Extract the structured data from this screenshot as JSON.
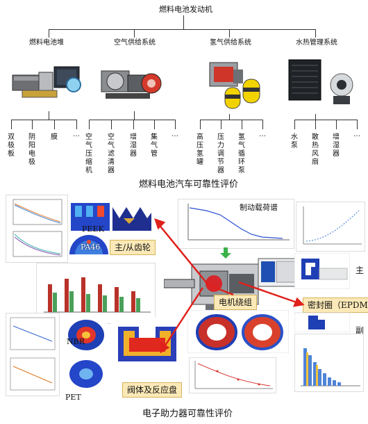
{
  "tree": {
    "root": "燃料电池发动机",
    "branches": [
      {
        "label": "燃料电池堆",
        "leaves": [
          "双极板",
          "阴阳电极",
          "膜",
          "…"
        ]
      },
      {
        "label": "空气供给系统",
        "leaves": [
          "空气压缩机",
          "空气滤清器",
          "增湿器",
          "集气管",
          "…"
        ]
      },
      {
        "label": "氢气供给系统",
        "leaves": [
          "高压氢罐",
          "压力调节器",
          "氢气循环泵",
          "…"
        ]
      },
      {
        "label": "水热管理系统",
        "leaves": [
          "水泵",
          "散热风扇",
          "增湿器",
          "…"
        ]
      }
    ],
    "caption": "燃料电池汽车可靠性评价"
  },
  "booster": {
    "caption": "电子助力器可靠性评价",
    "labels": {
      "gear": "主/从齿轮",
      "seal": "密封圈（EPDM）",
      "motor": "电机绕组",
      "valve": "阀体及反应盘",
      "peek": "PEEK",
      "pa46": "PA46",
      "nbr": "NBR",
      "pet": "PET",
      "main": "主",
      "secondary": "副",
      "load_spectrum": "制动载荷谱"
    },
    "colors": {
      "arrow": "#e0201b",
      "label_bg": "#fbe9b7",
      "fea_blue": "#2a3fb8",
      "fea_red": "#d8231a",
      "bar_red": "#b8322a",
      "bar_green": "#4aa05a"
    }
  }
}
